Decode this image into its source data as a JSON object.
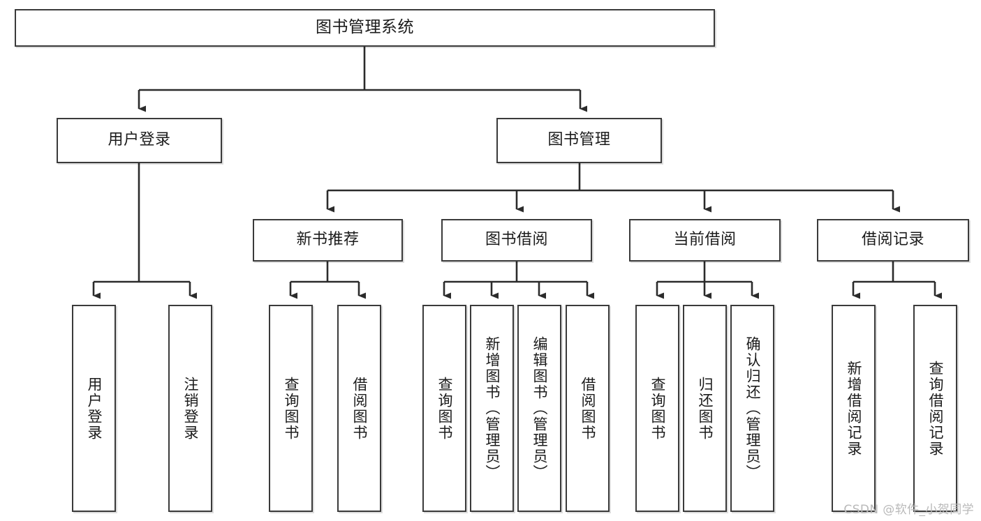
{
  "diagram": {
    "type": "hierarchy-tree",
    "title": "图书管理系统",
    "watermark": "CSDN @软件_小贺同学",
    "colors": {
      "box_border": "#3a3a3a",
      "box_fill": "#ffffff",
      "line": "#2b2b2b",
      "text": "#1b1b1b",
      "watermark": "#b9b9b9"
    },
    "root": {
      "label": "图书管理系统"
    },
    "level2": [
      {
        "label": "用户登录"
      },
      {
        "label": "图书管理"
      }
    ],
    "level3": [
      {
        "label": "新书推荐"
      },
      {
        "label": "图书借阅"
      },
      {
        "label": "当前借阅"
      },
      {
        "label": "借阅记录"
      }
    ],
    "leaves": {
      "user_login": [
        {
          "label": "用户登录"
        },
        {
          "label": "注销登录"
        }
      ],
      "new_book": [
        {
          "label": "查询图书"
        },
        {
          "label": "借阅图书"
        }
      ],
      "book_borrow": [
        {
          "label": "查询图书"
        },
        {
          "label": "新增图书（管理员）"
        },
        {
          "label": "编辑图书（管理员）"
        },
        {
          "label": "借阅图书"
        }
      ],
      "current_borrow": [
        {
          "label": "查询图书"
        },
        {
          "label": "归还图书"
        },
        {
          "label": "确认归还（管理员）"
        }
      ],
      "borrow_record": [
        {
          "label": "新增借阅记录"
        },
        {
          "label": "查询借阅记录"
        }
      ]
    }
  }
}
